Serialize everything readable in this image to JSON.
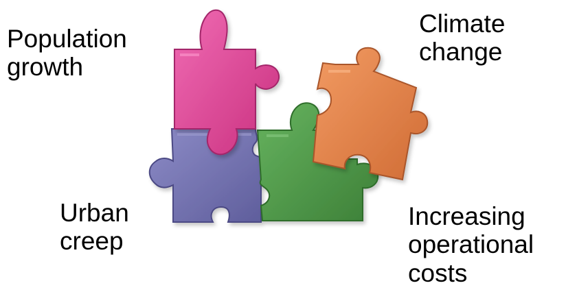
{
  "labels": {
    "population": "Population\ngrowth",
    "climate": "Climate\nchange",
    "urban": "Urban\ncreep",
    "costs": "Increasing\noperational\ncosts"
  },
  "colors": {
    "population_piece": "#e04a9c",
    "climate_piece": "#e8834a",
    "urban_piece": "#7a79b4",
    "costs_piece": "#4f9a4a",
    "text": "#000000"
  },
  "icons": {
    "population": "puzzle-piece-icon",
    "climate": "puzzle-piece-icon",
    "urban": "puzzle-piece-icon",
    "costs": "puzzle-piece-icon"
  }
}
